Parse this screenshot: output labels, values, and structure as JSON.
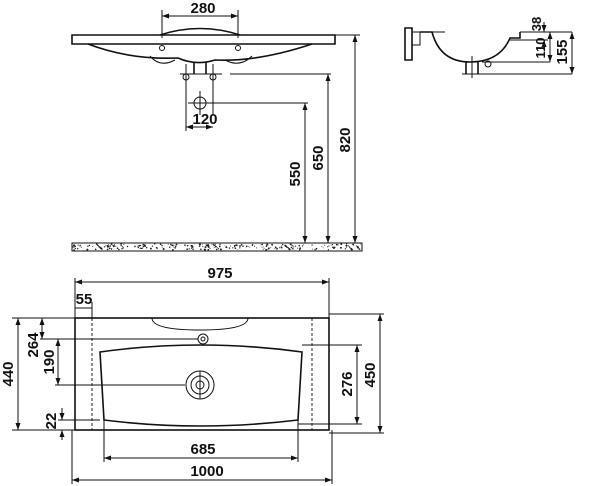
{
  "drawing": {
    "dimensions": {
      "top_tap_spacing": "280",
      "top_depth_38": "38",
      "top_depth_110": "110",
      "top_depth_155": "155",
      "drain_offset": "120",
      "height_550": "550",
      "height_650": "650",
      "height_820": "820",
      "plan_975": "975",
      "plan_55": "55",
      "plan_264": "264",
      "plan_190": "190",
      "plan_440": "440",
      "plan_22": "22",
      "plan_276": "276",
      "plan_450": "450",
      "plan_685": "685",
      "plan_1000": "1000"
    }
  }
}
